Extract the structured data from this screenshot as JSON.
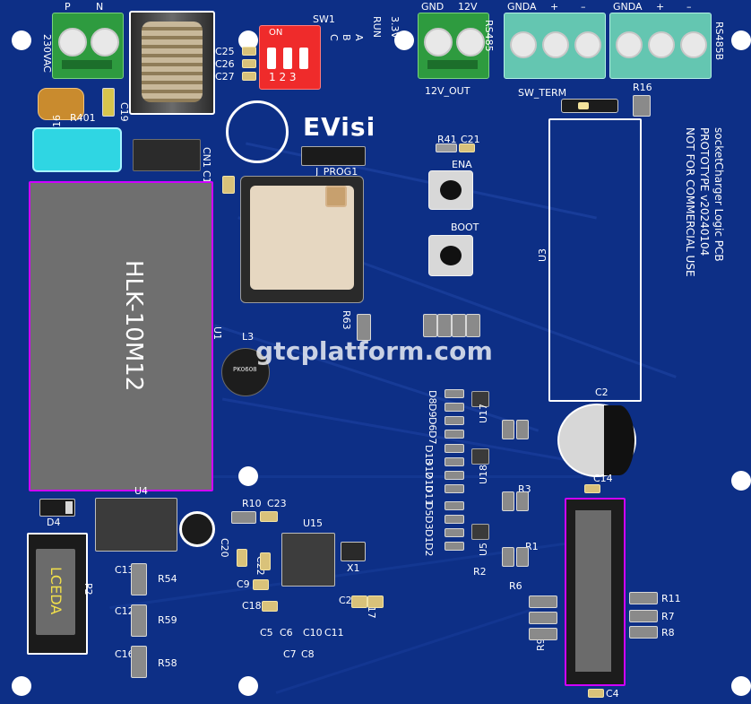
{
  "board": {
    "labels": {
      "p": "P",
      "n": "N",
      "ac": "230VAC",
      "gnd": "GND",
      "v12": "12V",
      "v12out": "12V_OUT",
      "rs485": "RS485",
      "rs485b": "RS485B",
      "gnda1": "GNDA",
      "plus1": "+",
      "minus1": "–",
      "gnda2": "GNDA",
      "plus2": "+",
      "minus2": "–",
      "sw1": "SW1",
      "on": "ON",
      "sw_nums": "1 2 3",
      "c_label": "C",
      "b_label": "B",
      "a_label": "A",
      "run": "RUN",
      "v33": "3.3V",
      "c25": "C25",
      "c26": "C26",
      "c27": "C27",
      "u16": "U16",
      "r401": "R401",
      "c19": "C19",
      "cn1": "CN1",
      "logo": "EVisi",
      "jprog": "J_PROG1",
      "c15": "C15",
      "r41": "R41",
      "c21": "C21",
      "ena": "ENA",
      "boot": "BOOT",
      "sw_term": "SW_TERM",
      "r16": "R16",
      "u3": "U3",
      "module_name": "HLK-10M12",
      "u1": "U1",
      "l3": "L3",
      "l3_part": "PK0608",
      "r63": "R63",
      "c2": "C2",
      "c14": "C14",
      "u17": "U17",
      "u18": "U18",
      "u5": "U5",
      "u4": "U4",
      "d4": "D4",
      "r10": "R10",
      "c23": "C23",
      "u15": "U15",
      "x1": "X1",
      "c20": "C20",
      "c22": "C22",
      "c9": "C9",
      "c18": "C18",
      "c5": "C5",
      "c6": "C6",
      "c7": "C7",
      "c8": "C8",
      "c10": "C10",
      "c11": "C11",
      "c24": "C24",
      "c17": "C17",
      "c13": "C13",
      "r54": "R54",
      "c12": "C12",
      "r59": "R59",
      "c16": "C16",
      "r58": "R58",
      "p2": "P2",
      "lceda": "LCEDA",
      "r11": "R11",
      "r7": "R7",
      "r8": "R8",
      "r9": "R9",
      "c4": "C4",
      "r2": "R2",
      "r6": "R6",
      "r3": "R3",
      "r1": "R1",
      "d8": "D8",
      "d9": "D9",
      "d6": "D6",
      "d7": "D7",
      "d13": "D13",
      "d12": "D12",
      "d10": "D10",
      "d11": "D11",
      "d5": "D5",
      "d3": "D3",
      "d1": "D1",
      "d2": "D2",
      "watermark": "gtcplatform.com",
      "note_line1": "socketCharger Logic PCB",
      "note_line2": "PROTOTYPE v20240104",
      "note_line3": "NOT FOR COMMERCIAL USE"
    },
    "colors": {
      "board": "#0d2f86",
      "terminal_green": "#2e9b3f",
      "terminal_teal": "#64c6b1",
      "dip_red": "#ef2b2b",
      "module": "#6f6f6f",
      "accent_magenta": "#d000ff"
    }
  }
}
